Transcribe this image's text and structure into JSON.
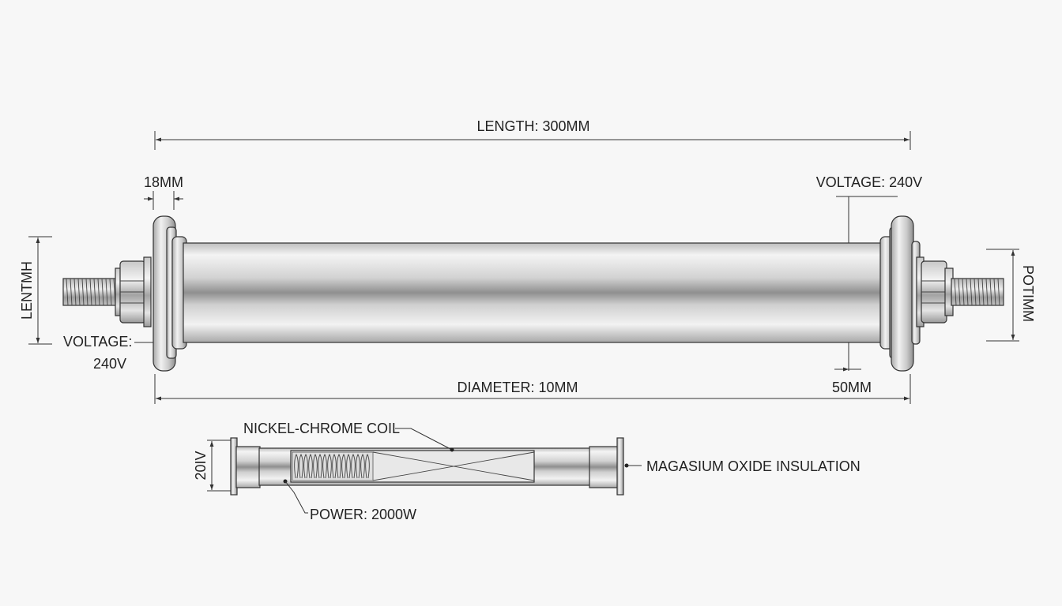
{
  "main_view": {
    "length_label": "LENGTH: 300MM",
    "flange_width_label": "18MM",
    "voltage_right_label": "VOLTAGE: 240V",
    "left_vertical_label": "LENTMH",
    "voltage_left_label": "VOLTAGE:",
    "voltage_left_value": "240V",
    "right_vertical_label": "POTIMM",
    "diameter_label": "DIAMETER: 10MM",
    "end_offset_label": "50MM"
  },
  "section_view": {
    "coil_label": "NICKEL-CHROME COIL",
    "height_label": "20IV",
    "insulation_label": "MAGASIUM OXIDE INSULATION",
    "power_label": "POWER: 2000W"
  },
  "colors": {
    "line": "#333333",
    "metal_light": "#f2f2f2",
    "metal_dark": "#9a9a9a",
    "background": "#f7f7f7"
  }
}
